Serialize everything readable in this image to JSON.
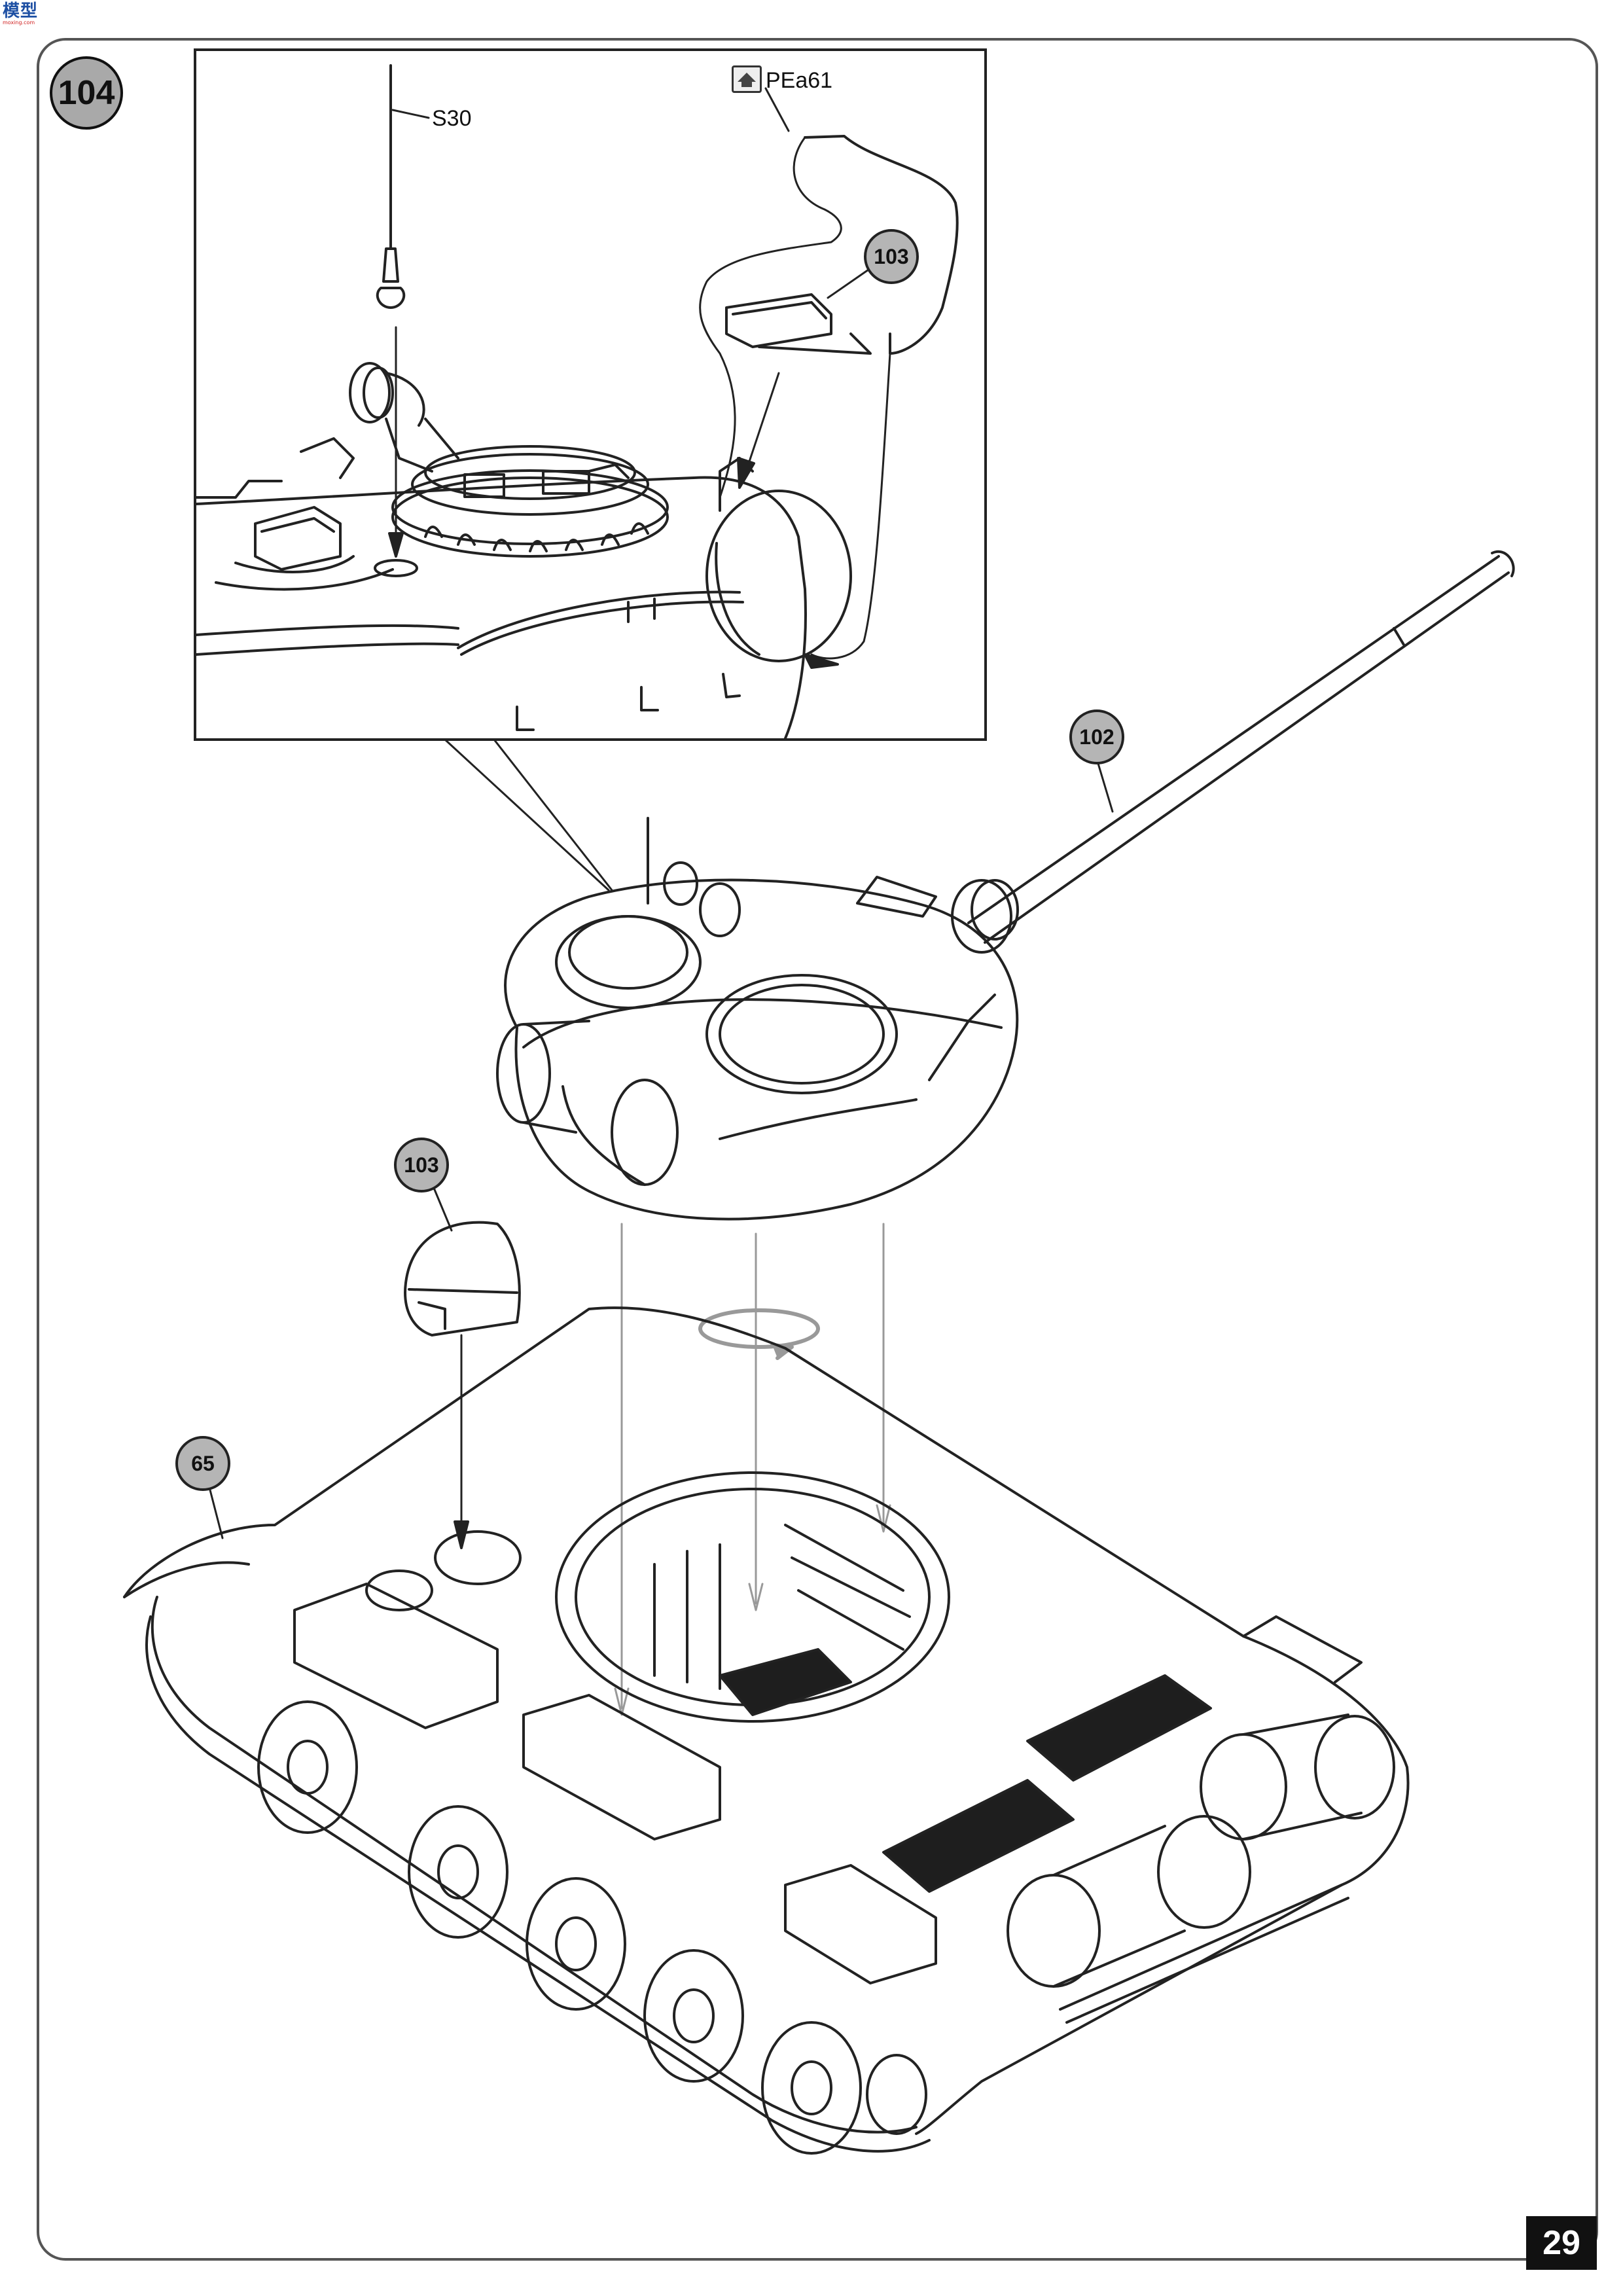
{
  "logo": {
    "glyphs": "模型",
    "url": "moxing.com"
  },
  "step": {
    "number": "104"
  },
  "callouts": {
    "inset_103": "103",
    "turret_102": "102",
    "cover_103": "103",
    "hull_65": "65"
  },
  "parts": {
    "antenna": "S30",
    "photo_etch": "PEa61"
  },
  "icons": {
    "photo_etch": "photo-etch-icon",
    "rotate": "rotate-arrow-icon"
  },
  "page": {
    "number": "29"
  }
}
